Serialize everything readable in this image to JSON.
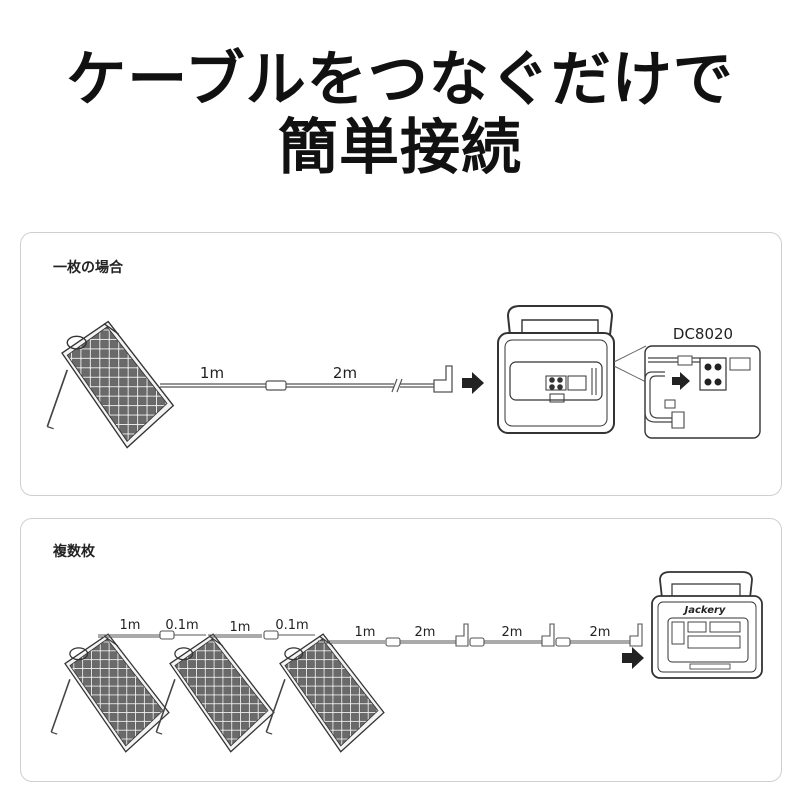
{
  "headline": {
    "line1": "ケーブルをつなぐだけで",
    "line2": "簡単接続"
  },
  "single": {
    "label": "一枚の場合",
    "cable_1": "1m",
    "cable_2": "2m",
    "connector": "DC8020"
  },
  "multiple": {
    "label": "複数枚",
    "cables": [
      "1m",
      "0.1m",
      "1m",
      "0.1m",
      "1m",
      "2m",
      "2m",
      "2m"
    ],
    "brand": "Jackery"
  }
}
